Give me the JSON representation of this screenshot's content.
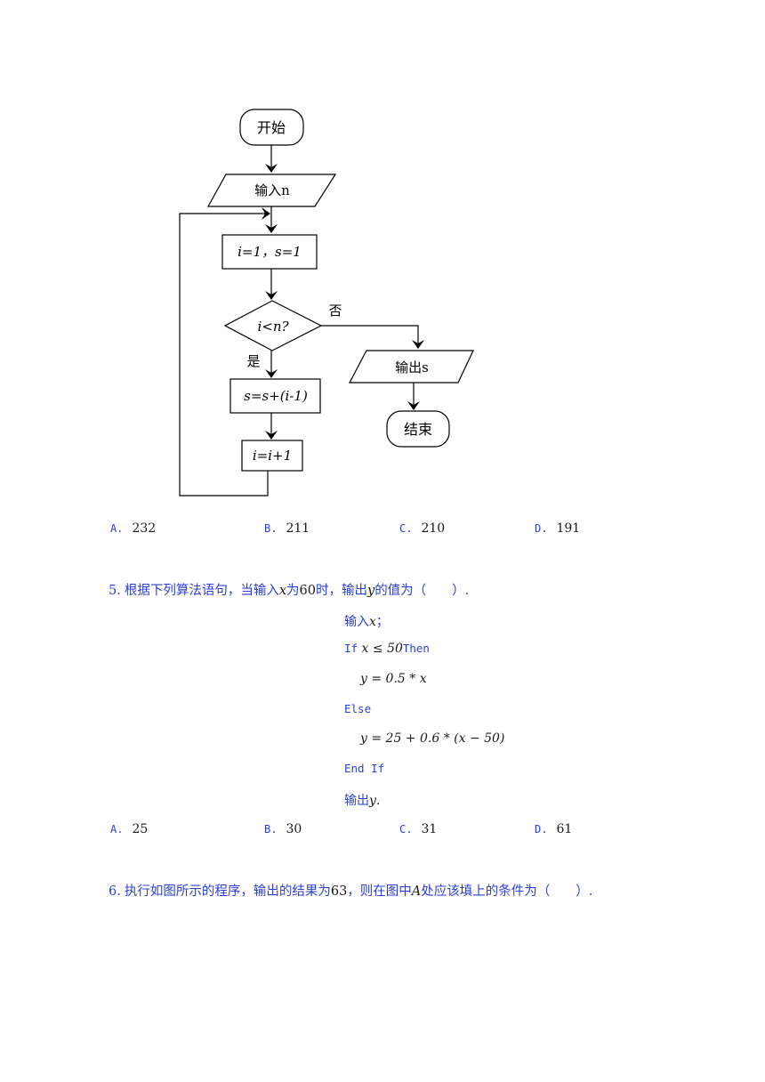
{
  "flowchart": {
    "start": "开始",
    "input": "输入n",
    "init": "i=1，s=1",
    "cond": "i<n?",
    "no": "否",
    "yes": "是",
    "update_s": "s=s+(i-1)",
    "update_i": "i=i+1",
    "output": "输出s",
    "end": "结束"
  },
  "q4_options": [
    {
      "letter": "A.",
      "value": "232"
    },
    {
      "letter": "B.",
      "value": "211"
    },
    {
      "letter": "C.",
      "value": "210"
    },
    {
      "letter": "D.",
      "value": "191"
    }
  ],
  "q5": {
    "number": "5.",
    "text_a": "根据下列算法语句，当输入",
    "var_x": "x",
    "text_b": "为",
    "num": "60",
    "text_c": "时，输出",
    "var_y": "y",
    "text_d": "的值为（　　）.",
    "code": {
      "line1_a": "输入",
      "line1_var": "x",
      "line1_b": "；",
      "line2_kw": "If",
      "line2_expr": "x ≤ 50",
      "line2_then": "Then",
      "line3": "y = 0.5 * x",
      "line4": "Else",
      "line5": "y = 25 + 0.6 * (x − 50)",
      "line6": "End If",
      "line7_a": "输出",
      "line7_var": "y",
      "line7_b": "."
    },
    "options": [
      {
        "letter": "A.",
        "value": "25"
      },
      {
        "letter": "B.",
        "value": "30"
      },
      {
        "letter": "C.",
        "value": "31"
      },
      {
        "letter": "D.",
        "value": "61"
      }
    ]
  },
  "q6": {
    "number": "6.",
    "text_a": "执行如图所示的程序，输出的结果为",
    "num": "63",
    "text_b": "，则在图中",
    "var_A": "A",
    "text_c": "处应该填上的条件为（　　）."
  }
}
